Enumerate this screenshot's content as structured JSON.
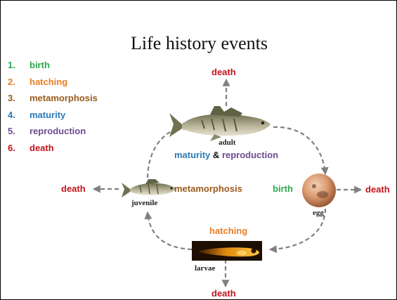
{
  "title": "Life history events",
  "colors": {
    "green": "#2aaa4a",
    "orange": "#e87e22",
    "brown": "#9a5a1c",
    "blue": "#2a7ab8",
    "purple": "#6e4a8e",
    "red": "#c0141c",
    "arrow": "#808080"
  },
  "legend": [
    {
      "num": "1.",
      "text": "birth",
      "color": "#2aaa4a"
    },
    {
      "num": "2.",
      "text": "hatching",
      "color": "#e87e22"
    },
    {
      "num": "3.",
      "text": "metamorphosis",
      "color": "#9a5a1c"
    },
    {
      "num": "4.",
      "text": "maturity",
      "color": "#2a7ab8"
    },
    {
      "num": "5.",
      "text": "reproduction",
      "color": "#6e4a8e"
    },
    {
      "num": "6.",
      "text": "death",
      "color": "#c0141c"
    }
  ],
  "stages": {
    "adult": "adult",
    "egg": "egg",
    "larvae": "larvae",
    "juvenile": "juvenile"
  },
  "events": {
    "death": "death",
    "birth": "birth",
    "hatching": "hatching",
    "metamorphosis": "metamorphosis",
    "maturity": "maturity",
    "ampersand": "&",
    "reproduction": "reproduction"
  },
  "icons": [
    "adult-fish-image",
    "egg-image",
    "larva-image",
    "juvenile-fish-image"
  ]
}
